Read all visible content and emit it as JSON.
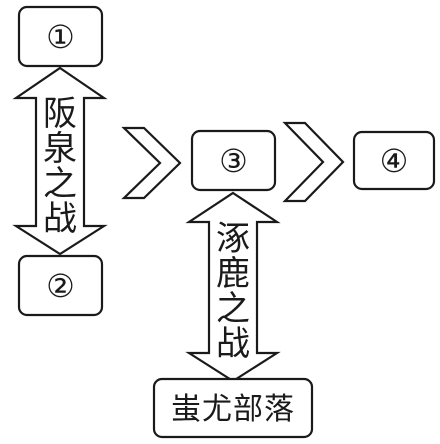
{
  "nodes": {
    "n1": "①",
    "n2": "②",
    "n3": "③",
    "n4": "④",
    "chiyou": "蚩尤部落"
  },
  "battles": {
    "banquan": [
      "阪",
      "泉",
      "之",
      "战"
    ],
    "zhuolu": [
      "涿",
      "鹿",
      "之",
      "战"
    ]
  },
  "colors": {
    "stroke": "#1a1a1a",
    "background": "#ffffff"
  }
}
